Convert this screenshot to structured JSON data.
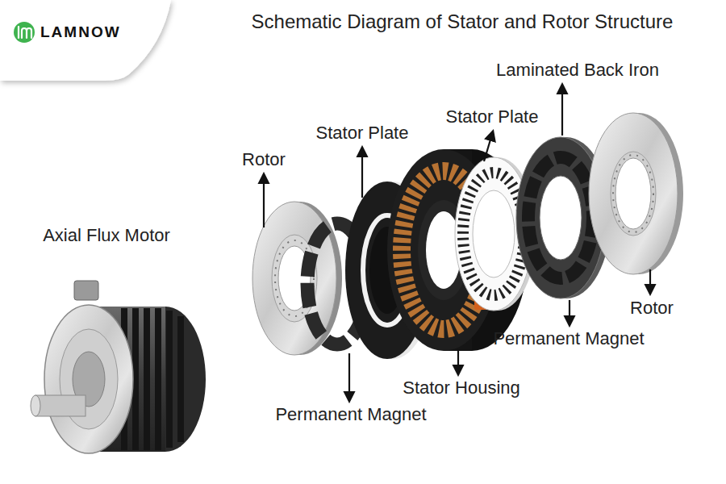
{
  "diagram": {
    "title": "Schematic Diagram of Stator and Rotor Structure",
    "labels": [
      "LAMNOW",
      "Axial Flux Motor",
      "Rotor",
      "Stator Plate",
      "Stator Plate",
      "Laminated Back Iron",
      "Rotor",
      "Permanent Magnet",
      "Permanent Magnet",
      "Stator Housing"
    ]
  }
}
